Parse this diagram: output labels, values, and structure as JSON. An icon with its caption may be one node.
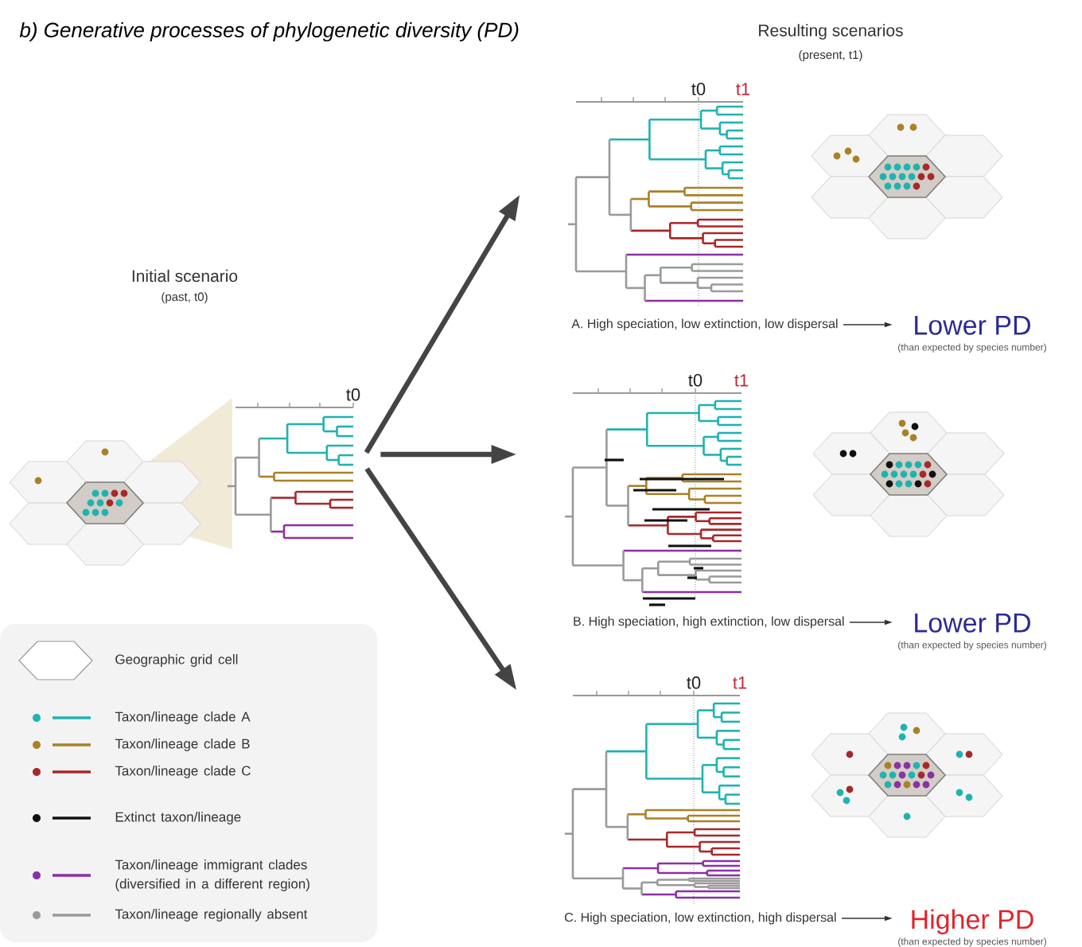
{
  "diagram": {
    "title": "b) Generative processes of phylogenetic diversity (PD)",
    "nodes": [
      {
        "text": [
          "Initial scenario",
          "(past, t0)"
        ]
      },
      {
        "text": [
          "t0"
        ]
      },
      {
        "text": [
          "t0",
          "t1"
        ]
      },
      {
        "text": [
          "A.  High speciation, low extinction, low dispersal"
        ]
      },
      {
        "text": [
          "Lower PD",
          "(than expected by species number)"
        ]
      },
      {
        "text": [
          "t0",
          "t1"
        ]
      },
      {
        "text": [
          "B. High speciation, high extinction, low dispersal"
        ]
      },
      {
        "text": [
          "Lower PD",
          "(than expected by species number)"
        ]
      },
      {
        "text": [
          "t0",
          "t1"
        ]
      },
      {
        "text": [
          "C. High speciation, low extinction, high dispersal"
        ]
      },
      {
        "text": [
          "Higher PD",
          "(than expected by species number)"
        ]
      }
    ],
    "edges": [
      {
        "from": 1,
        "to": 2,
        "arrow": "to",
        "style": "thick"
      },
      {
        "from": 1,
        "to": 5,
        "arrow": "to",
        "style": "thick"
      },
      {
        "from": 1,
        "to": 8,
        "arrow": "to",
        "style": "thick"
      },
      {
        "from": 3,
        "to": 4,
        "arrow": "to"
      },
      {
        "from": 6,
        "to": 7,
        "arrow": "to"
      },
      {
        "from": 9,
        "to": 10,
        "arrow": "to"
      }
    ],
    "labels": [
      "Resulting scenarios",
      "(present, t1)"
    ],
    "legend": [
      {
        "text": "Geographic grid cell"
      },
      {
        "text": "Taxon/lineage clade A",
        "color": "#1fb3b0"
      },
      {
        "text": "Taxon/lineage clade B",
        "color": "#a98126"
      },
      {
        "text": "Taxon/lineage clade C",
        "color": "#a8282a"
      },
      {
        "text": "Extinct taxon/lineage",
        "color": "#111111"
      },
      {
        "text": "Taxon/lineage immigrant clades (diversified in a different region)",
        "color": "#8d2fa6"
      },
      {
        "text": "Taxon/lineage regionally absent",
        "color": "#9a9a9a"
      }
    ]
  }
}
